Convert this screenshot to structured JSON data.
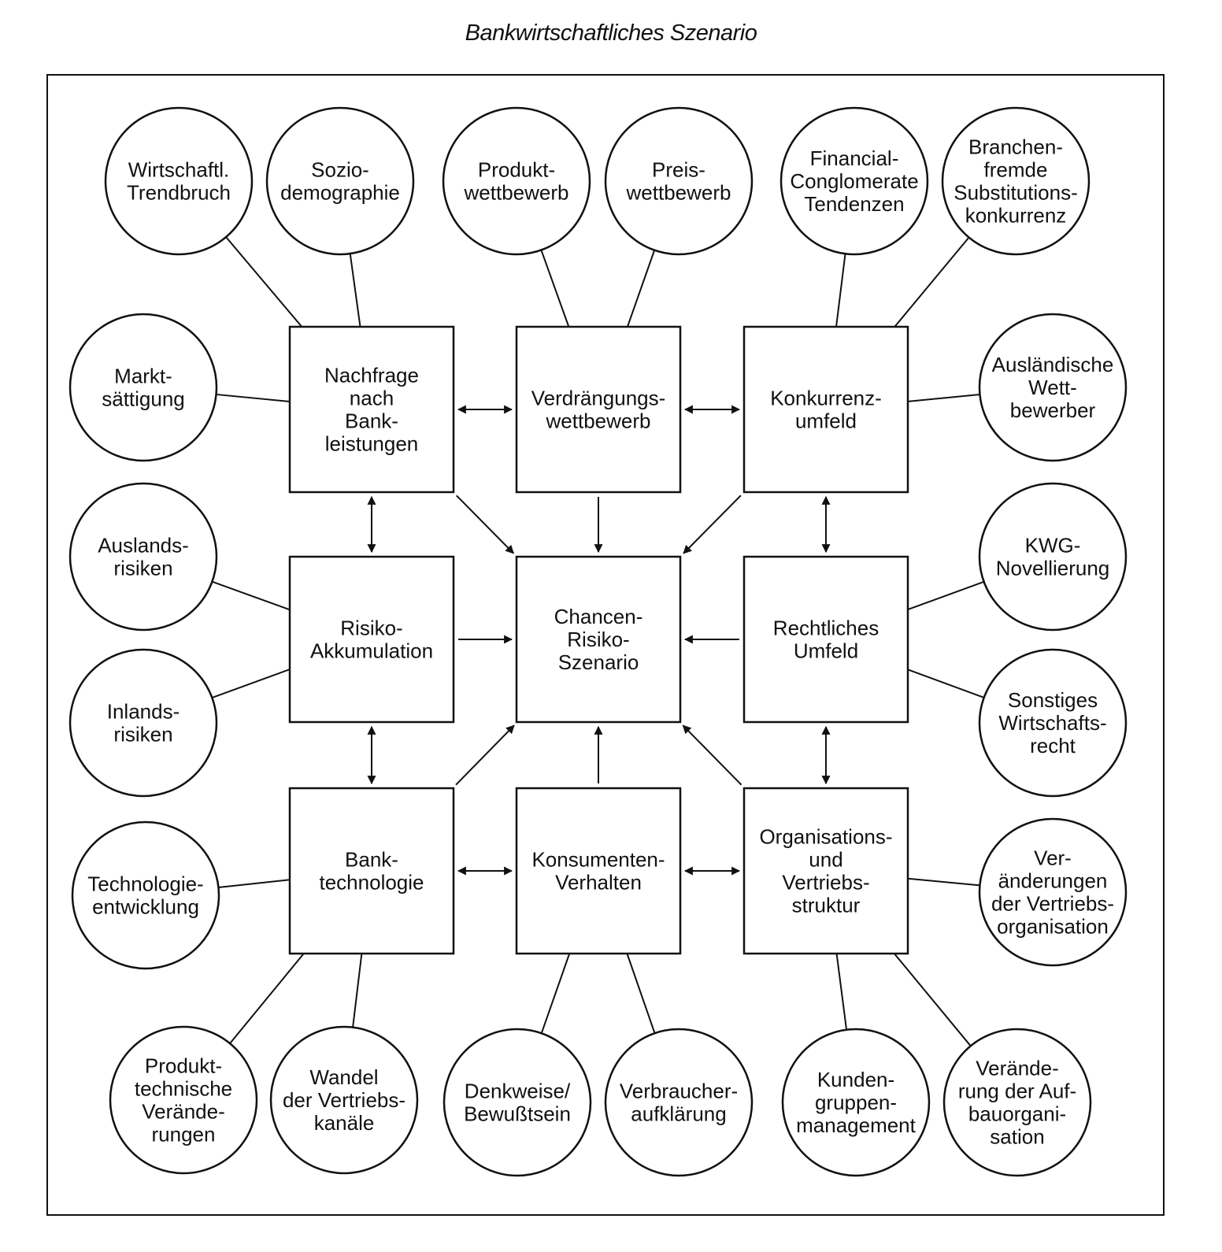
{
  "title": "Bankwirtschaftliches Szenario",
  "colors": {
    "ink": "#111111",
    "background": "#ffffff"
  },
  "boxes": [
    {
      "id": "nachfrage",
      "lines": [
        "Nachfrage",
        "nach",
        "Bank-",
        "leistungen"
      ]
    },
    {
      "id": "verdraengung",
      "lines": [
        "Verdrängungs-",
        "wettbewerb"
      ]
    },
    {
      "id": "konkurrenz",
      "lines": [
        "Konkurrenz-",
        "umfeld"
      ]
    },
    {
      "id": "risiko",
      "lines": [
        "Risiko-",
        "Akkumulation"
      ]
    },
    {
      "id": "chancen",
      "lines": [
        "Chancen-",
        "Risiko-",
        "Szenario"
      ]
    },
    {
      "id": "rechtlich",
      "lines": [
        "Rechtliches",
        "Umfeld"
      ]
    },
    {
      "id": "banktech",
      "lines": [
        "Bank-",
        "technologie"
      ]
    },
    {
      "id": "konsument",
      "lines": [
        "Konsumenten-",
        "Verhalten"
      ]
    },
    {
      "id": "organisation",
      "lines": [
        "Organisations-",
        "und",
        "Vertriebs-",
        "struktur"
      ]
    }
  ],
  "circles": [
    {
      "id": "trendbruch",
      "lines": [
        "Wirtschaftl.",
        "Trendbruch"
      ]
    },
    {
      "id": "sozio",
      "lines": [
        "Sozio-",
        "demographie"
      ]
    },
    {
      "id": "produktwett",
      "lines": [
        "Produkt-",
        "wettbewerb"
      ]
    },
    {
      "id": "preiswett",
      "lines": [
        "Preis-",
        "wettbewerb"
      ]
    },
    {
      "id": "financial",
      "lines": [
        "Financial-",
        "Conglomerate",
        "Tendenzen"
      ]
    },
    {
      "id": "branchen",
      "lines": [
        "Branchen-",
        "fremde",
        "Substitutions-",
        "konkurrenz"
      ]
    },
    {
      "id": "markt",
      "lines": [
        "Markt-",
        "sättigung"
      ]
    },
    {
      "id": "auslaendisch",
      "lines": [
        "Ausländische",
        "Wett-",
        "bewerber"
      ]
    },
    {
      "id": "auslandsrisiken",
      "lines": [
        "Auslands-",
        "risiken"
      ]
    },
    {
      "id": "kwg",
      "lines": [
        "KWG-",
        "Novellierung"
      ]
    },
    {
      "id": "inlandsrisiken",
      "lines": [
        "Inlands-",
        "risiken"
      ]
    },
    {
      "id": "sonstiges",
      "lines": [
        "Sonstiges",
        "Wirtschafts-",
        "recht"
      ]
    },
    {
      "id": "technologie",
      "lines": [
        "Technologie-",
        "entwicklung"
      ]
    },
    {
      "id": "veraend-vertrieb",
      "lines": [
        "Ver-",
        "änderungen",
        "der Vertriebs-",
        "organisation"
      ]
    },
    {
      "id": "produkttech",
      "lines": [
        "Produkt-",
        "technische",
        "Verände-",
        "rungen"
      ]
    },
    {
      "id": "wandel",
      "lines": [
        "Wandel",
        "der Vertriebs-",
        "kanäle"
      ]
    },
    {
      "id": "denkweise",
      "lines": [
        "Denkweise/",
        "Bewußtsein"
      ]
    },
    {
      "id": "verbraucher",
      "lines": [
        "Verbraucher-",
        "aufklärung"
      ]
    },
    {
      "id": "kunden",
      "lines": [
        "Kunden-",
        "gruppen-",
        "management"
      ]
    },
    {
      "id": "aufbau",
      "lines": [
        "Verände-",
        "rung der Auf-",
        "bauorgani-",
        "sation"
      ]
    }
  ],
  "edges": [
    {
      "from": "nachfrage",
      "to": "verdraengung",
      "type": "double-arrow"
    },
    {
      "from": "verdraengung",
      "to": "konkurrenz",
      "type": "double-arrow"
    },
    {
      "from": "banktech",
      "to": "konsument",
      "type": "double-arrow"
    },
    {
      "from": "konsument",
      "to": "organisation",
      "type": "double-arrow"
    },
    {
      "from": "nachfrage",
      "to": "risiko",
      "type": "double-arrow"
    },
    {
      "from": "risiko",
      "to": "banktech",
      "type": "double-arrow"
    },
    {
      "from": "konkurrenz",
      "to": "rechtlich",
      "type": "double-arrow"
    },
    {
      "from": "rechtlich",
      "to": "organisation",
      "type": "double-arrow"
    },
    {
      "from": "nachfrage",
      "to": "chancen",
      "type": "arrow"
    },
    {
      "from": "verdraengung",
      "to": "chancen",
      "type": "arrow"
    },
    {
      "from": "konkurrenz",
      "to": "chancen",
      "type": "arrow"
    },
    {
      "from": "risiko",
      "to": "chancen",
      "type": "arrow"
    },
    {
      "from": "rechtlich",
      "to": "chancen",
      "type": "arrow"
    },
    {
      "from": "banktech",
      "to": "chancen",
      "type": "arrow"
    },
    {
      "from": "konsument",
      "to": "chancen",
      "type": "arrow"
    },
    {
      "from": "organisation",
      "to": "chancen",
      "type": "arrow"
    },
    {
      "from": "trendbruch",
      "to": "nachfrage",
      "type": "line"
    },
    {
      "from": "sozio",
      "to": "nachfrage",
      "type": "line"
    },
    {
      "from": "markt",
      "to": "nachfrage",
      "type": "line"
    },
    {
      "from": "produktwett",
      "to": "verdraengung",
      "type": "line"
    },
    {
      "from": "preiswett",
      "to": "verdraengung",
      "type": "line"
    },
    {
      "from": "financial",
      "to": "konkurrenz",
      "type": "line"
    },
    {
      "from": "branchen",
      "to": "konkurrenz",
      "type": "line"
    },
    {
      "from": "auslaendisch",
      "to": "konkurrenz",
      "type": "line"
    },
    {
      "from": "auslandsrisiken",
      "to": "risiko",
      "type": "line"
    },
    {
      "from": "inlandsrisiken",
      "to": "risiko",
      "type": "line"
    },
    {
      "from": "kwg",
      "to": "rechtlich",
      "type": "line"
    },
    {
      "from": "sonstiges",
      "to": "rechtlich",
      "type": "line"
    },
    {
      "from": "technologie",
      "to": "banktech",
      "type": "line"
    },
    {
      "from": "produkttech",
      "to": "banktech",
      "type": "line"
    },
    {
      "from": "wandel",
      "to": "banktech",
      "type": "line"
    },
    {
      "from": "denkweise",
      "to": "konsument",
      "type": "line"
    },
    {
      "from": "verbraucher",
      "to": "konsument",
      "type": "line"
    },
    {
      "from": "kunden",
      "to": "organisation",
      "type": "line"
    },
    {
      "from": "aufbau",
      "to": "organisation",
      "type": "line"
    },
    {
      "from": "veraend-vertrieb",
      "to": "organisation",
      "type": "line"
    }
  ]
}
